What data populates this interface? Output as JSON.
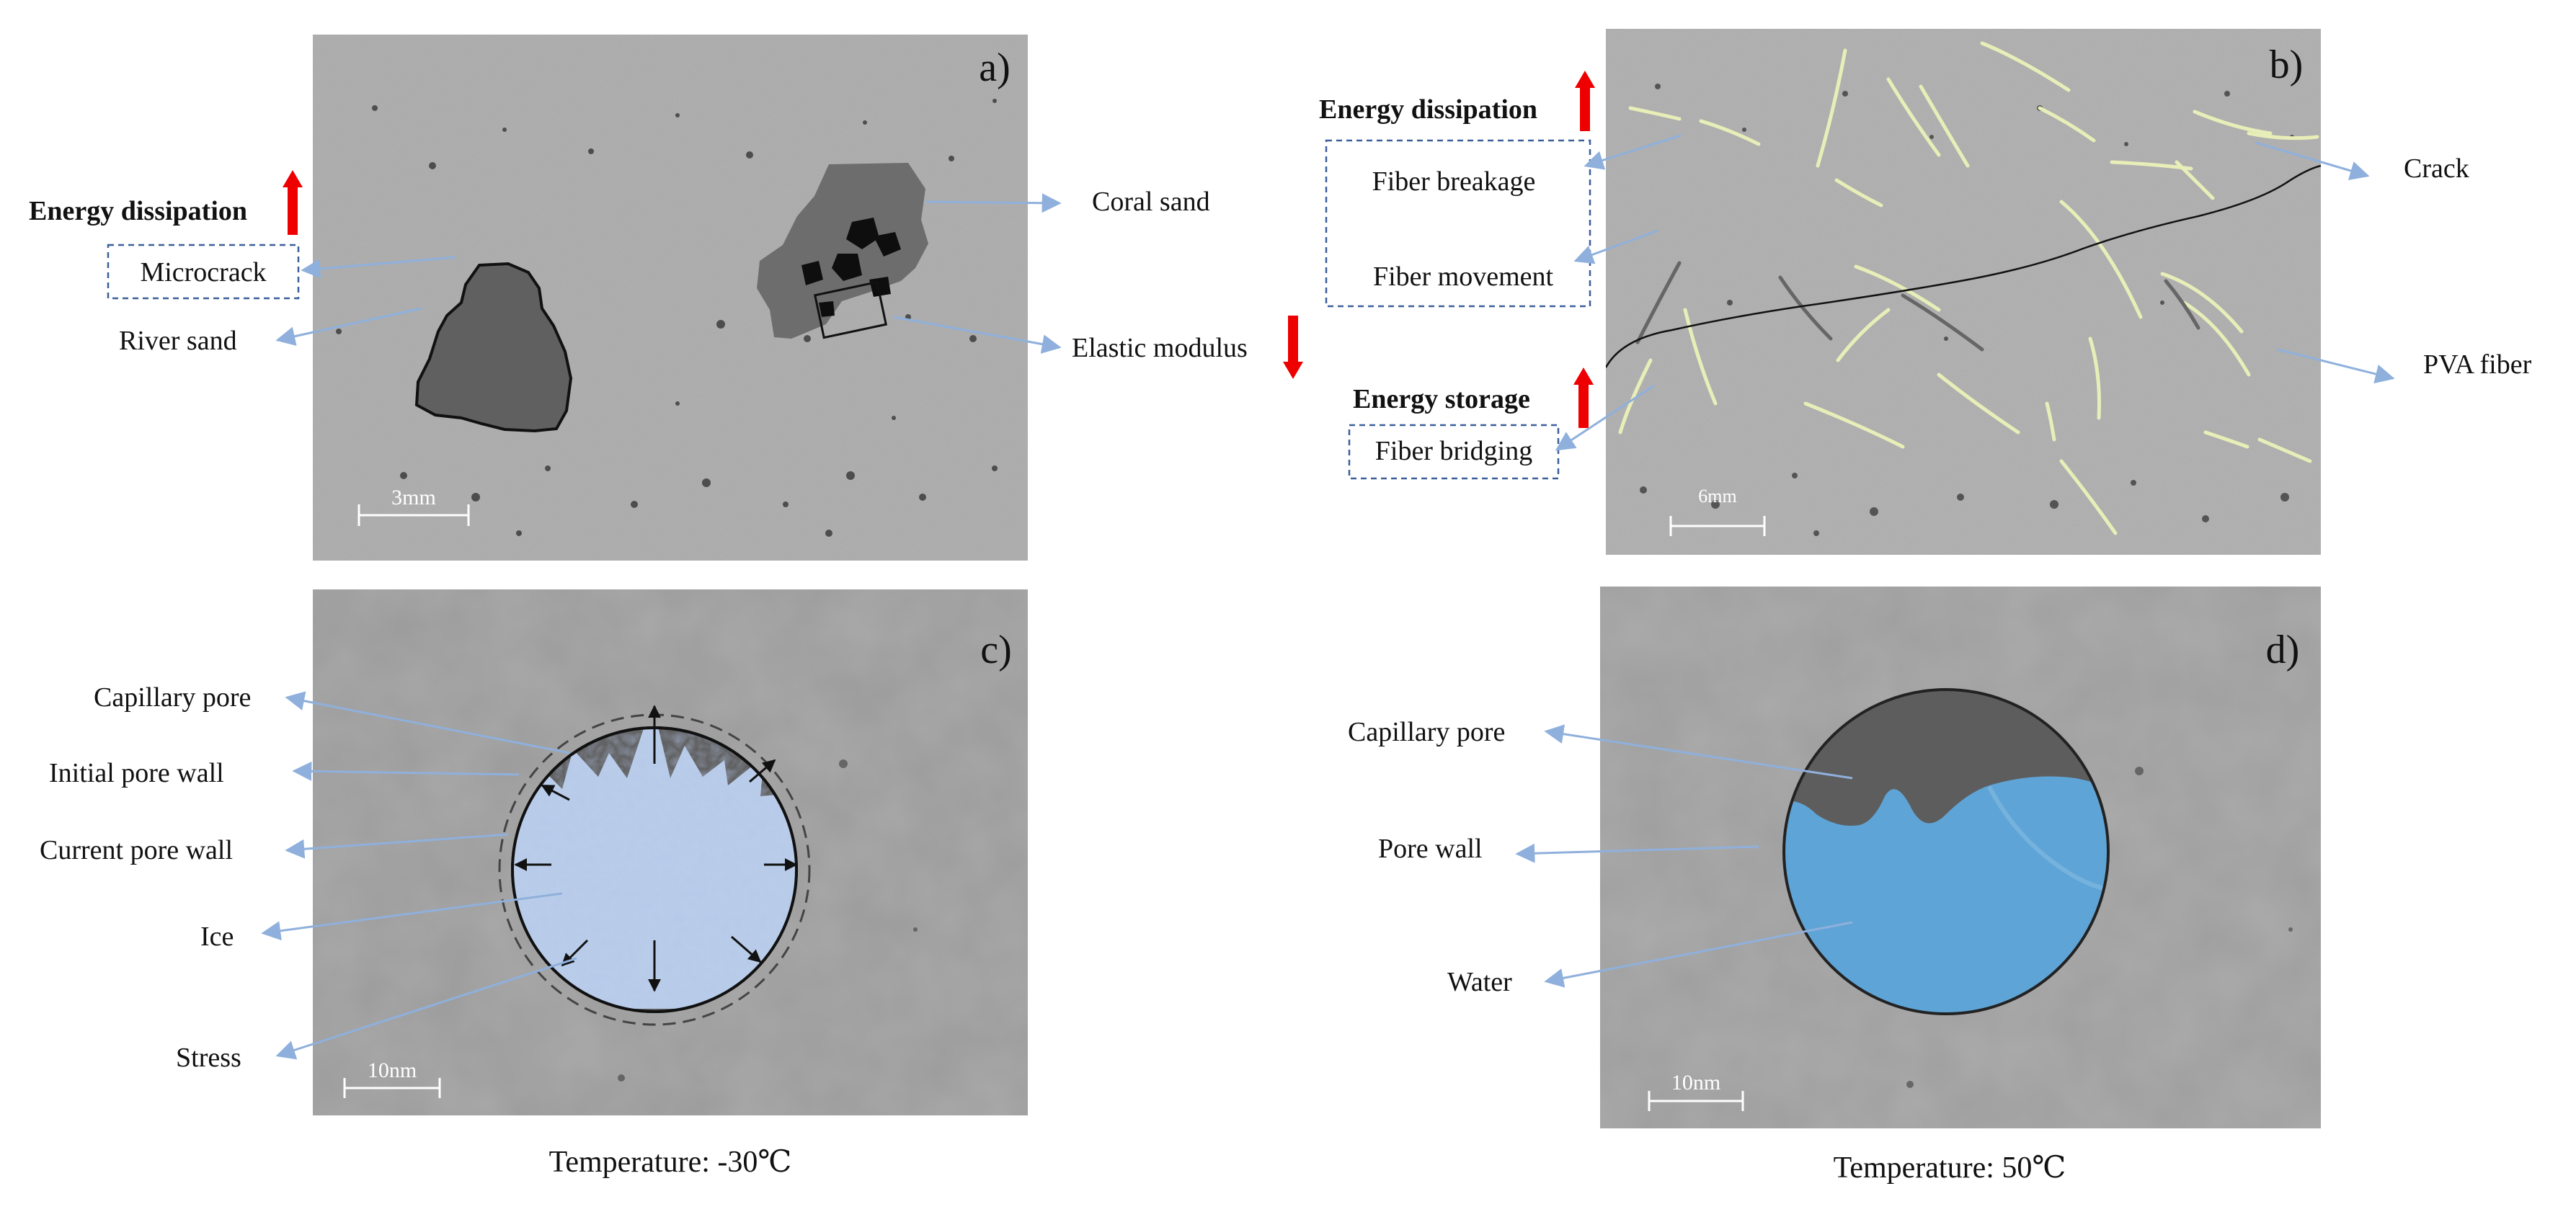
{
  "colors": {
    "panel_bg": "#a4a4a4",
    "leader": "#8fb0dc",
    "up_arrow": "#ee0000",
    "sand_dark": "#5b5b5b",
    "fiber": "#e6ecb8",
    "ice": "#b9cdea",
    "water": "#5fa4d6",
    "box_stroke": "#3b5f9a"
  },
  "panels": {
    "a": {
      "letter": "a)",
      "scale": "3mm",
      "labels": {
        "energy_dissipation": "Energy dissipation",
        "microcrack": "Microcrack",
        "river_sand": "River sand",
        "coral_sand": "Coral sand",
        "elastic_modulus": "Elastic modulus"
      }
    },
    "b": {
      "letter": "b)",
      "scale": "6mm",
      "labels": {
        "energy_dissipation": "Energy dissipation",
        "fiber_breakage": "Fiber breakage",
        "fiber_movement": "Fiber movement",
        "energy_storage": "Energy storage",
        "fiber_bridging": "Fiber bridging",
        "crack": "Crack",
        "pva_fiber": "PVA fiber"
      }
    },
    "c": {
      "letter": "c)",
      "scale": "10nm",
      "labels": {
        "capillary_pore": "Capillary  pore",
        "initial_pore_wall": "Initial pore wall",
        "current_pore_wall": "Current pore wall",
        "ice": "Ice",
        "stress": "Stress"
      },
      "temperature": "Temperature:  -30℃"
    },
    "d": {
      "letter": "d)",
      "scale": "10nm",
      "labels": {
        "capillary_pore": "Capillary  pore",
        "pore_wall": "Pore wall",
        "water": "Water"
      },
      "temperature": "Temperature:  50℃"
    }
  }
}
